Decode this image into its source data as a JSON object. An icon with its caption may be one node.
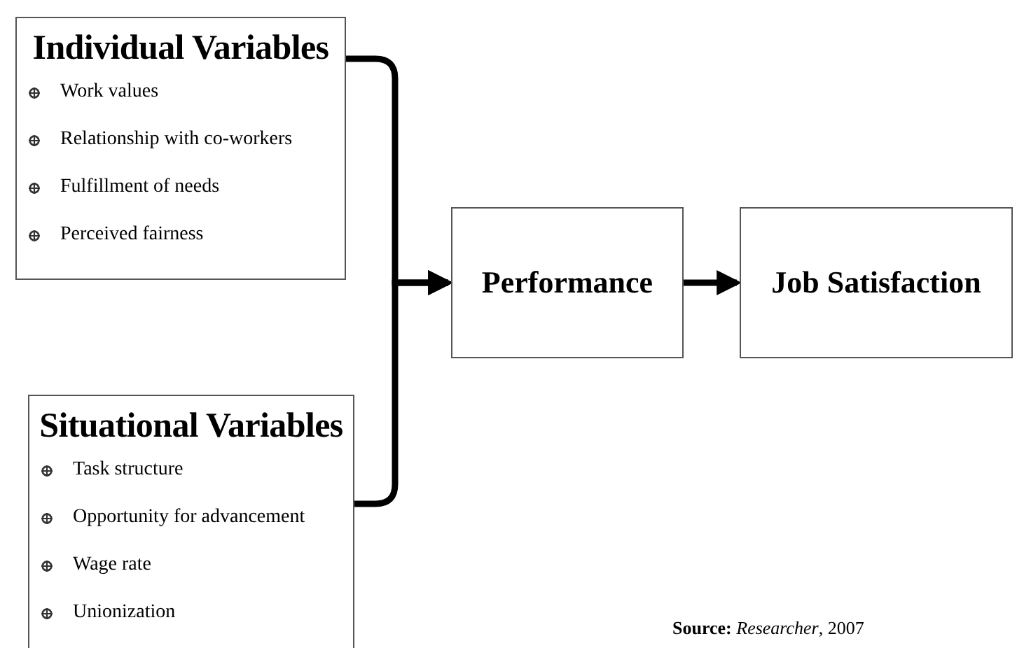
{
  "diagram": {
    "nodes": [
      {
        "text": [
          "Individual Variables",
          "Work values",
          "Relationship with co-workers",
          "Fulfillment of needs",
          "Perceived fairness"
        ]
      },
      {
        "text": [
          "Situational Variables",
          "Task structure",
          "Opportunity for advancement",
          "Wage rate",
          "Unionization"
        ]
      },
      {
        "text": [
          "Performance"
        ]
      },
      {
        "text": [
          "Job Satisfaction"
        ]
      }
    ],
    "edges": [
      {
        "from": 0,
        "to": 2,
        "arrow": "to"
      },
      {
        "from": 1,
        "to": 2,
        "arrow": "to"
      },
      {
        "from": 2,
        "to": 3,
        "arrow": "to"
      }
    ],
    "labels": [
      "**Source:** *Researcher*, 2007"
    ]
  }
}
